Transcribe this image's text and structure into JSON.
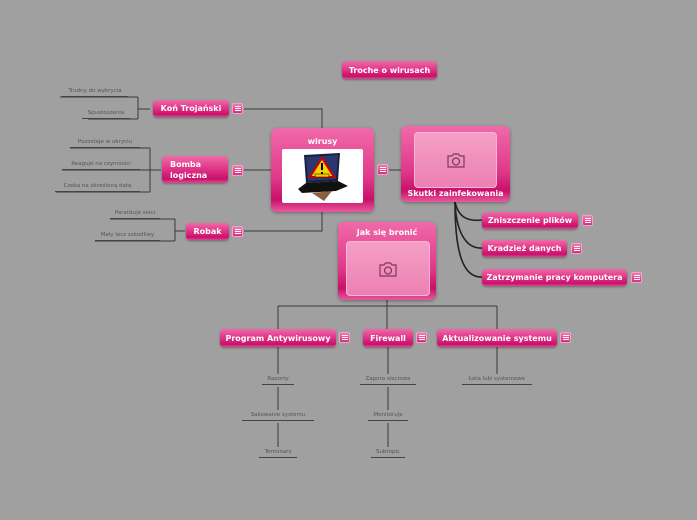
{
  "map_title": "Troche o wirusach",
  "central": {
    "title": "wirusy",
    "image": "laptop-virus-warning"
  },
  "left_branches": [
    {
      "label": "Koń Trojański",
      "subtopics": [
        "Trudny do wykrycia",
        "Spustoszenia"
      ]
    },
    {
      "label": "Bomba logiczna",
      "subtopics": [
        "Pozostaje w ukryciu",
        "Reaguje na czynności",
        "Czeka na określoną datę"
      ]
    },
    {
      "label": "Robak",
      "subtopics": [
        "Paraliżuje sieci",
        "Mały lecz szkodliwy"
      ]
    }
  ],
  "effects": {
    "title": "Skutki zainfekowania",
    "image": "camera-placeholder",
    "items": [
      "Zniszczenie plików",
      "Kradzież danych",
      "Zatrzymanie pracy komputera"
    ]
  },
  "defense": {
    "title": "Jak się bronić",
    "image": "camera-placeholder",
    "branches": [
      {
        "label": "Program Antywirusowy",
        "subtopics": [
          "Raporty",
          "Sakowanie systemu",
          "Terminarz"
        ]
      },
      {
        "label": "Firewall",
        "subtopics": [
          "Zapora sieciowa",
          "Monitoruje",
          "Subtopic"
        ]
      },
      {
        "label": "Aktualizowanie systemu",
        "subtopics": [
          "Łata luki systemowe"
        ]
      }
    ]
  },
  "colors": {
    "background": "#a0a0a0",
    "node": "#e0388a",
    "line": "#333333"
  }
}
